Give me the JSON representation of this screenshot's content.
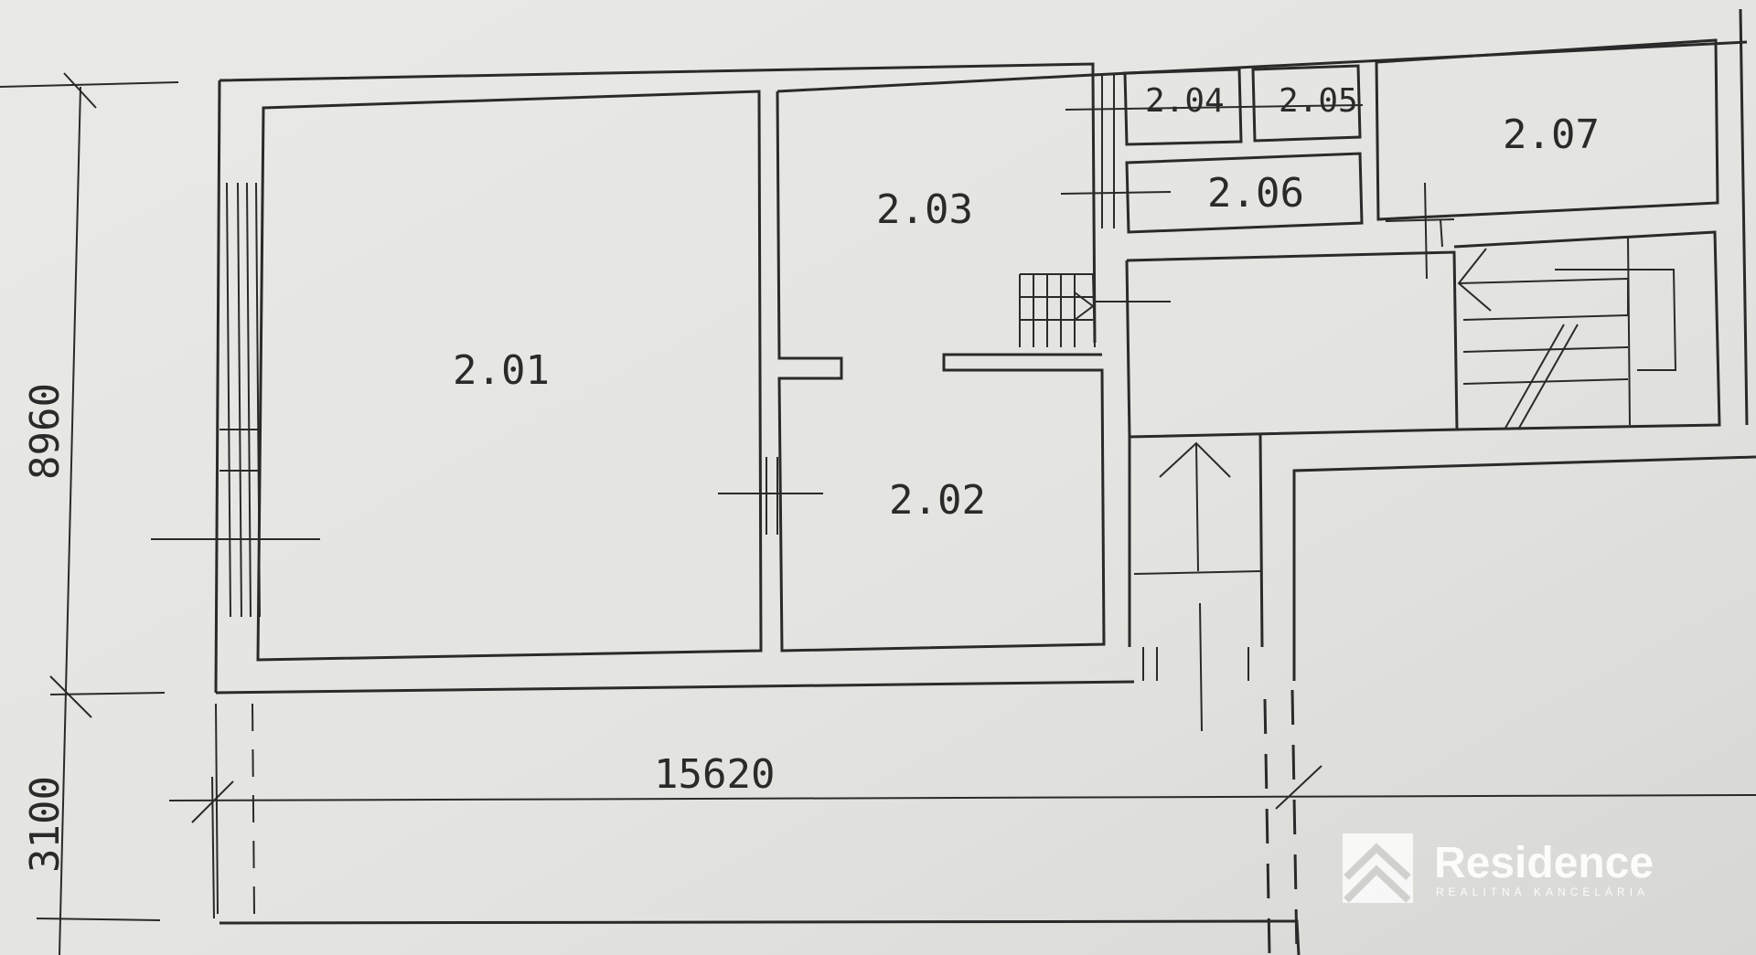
{
  "rooms": {
    "r201": "2.01",
    "r202": "2.02",
    "r203": "2.03",
    "r204": "2.04",
    "r205": "2.05",
    "r206": "2.06",
    "r207": "2.07"
  },
  "dimensions": {
    "height_upper": "8960",
    "height_lower": "3100",
    "width": "15620"
  },
  "watermark": {
    "brand": "Residence",
    "tagline": "REALITNÁ KANCELÁRIA"
  },
  "colors": {
    "paper": "#e4e4e1",
    "ink": "#2a2a2a",
    "watermark": "#ffffff"
  }
}
